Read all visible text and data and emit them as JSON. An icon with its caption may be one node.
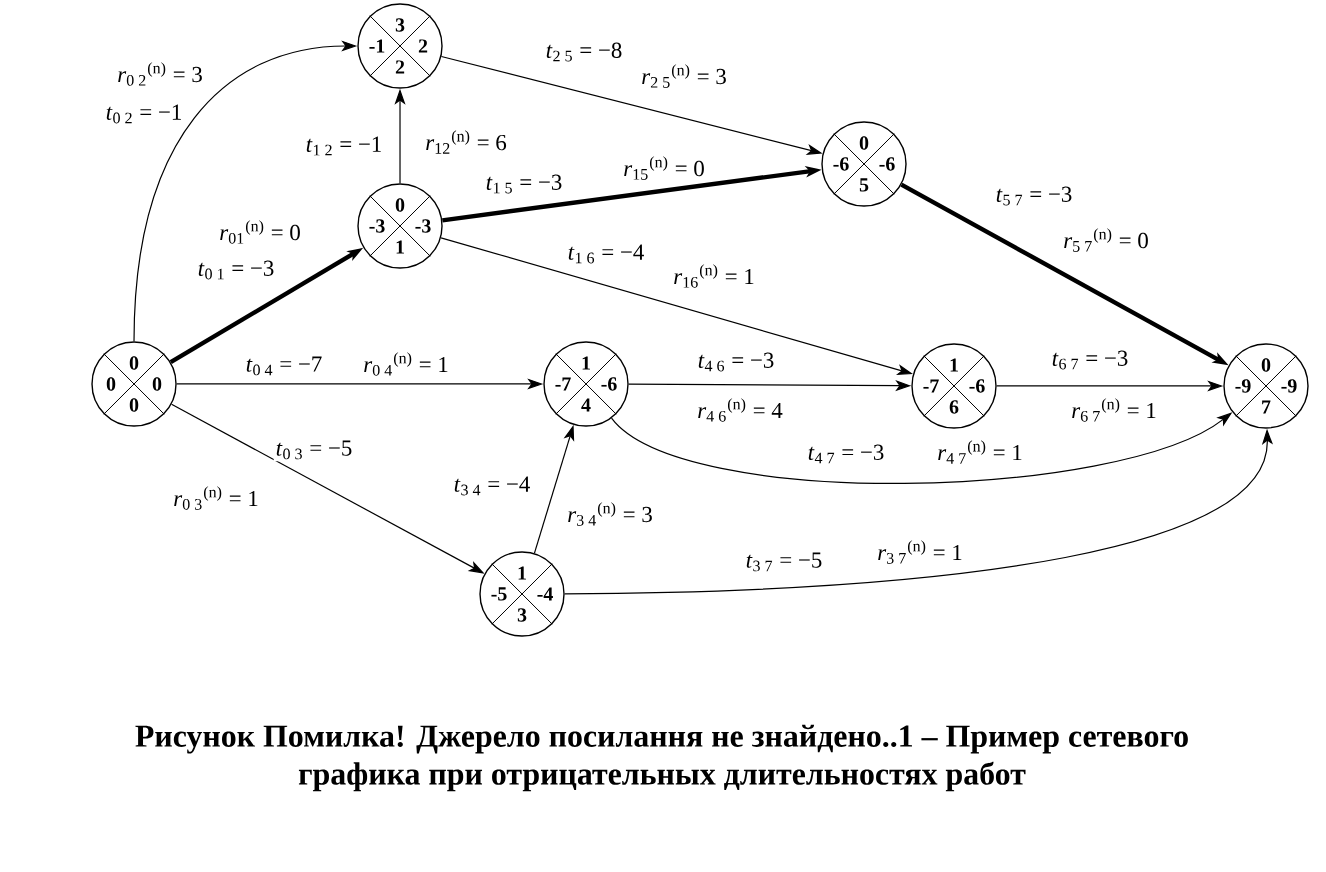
{
  "diagram": {
    "caption": "Рисунок Помилка! Джерело посилання не знайдено..1 – Пример сетевого графика при отрицательных длительностях работ",
    "nodes": [
      {
        "text": [
          "0",
          "0",
          "0",
          "0"
        ]
      },
      {
        "text": [
          "0",
          "-3",
          "-3",
          "1"
        ]
      },
      {
        "text": [
          "3",
          "-1",
          "2",
          "2"
        ]
      },
      {
        "text": [
          "1",
          "-5",
          "-4",
          "3"
        ]
      },
      {
        "text": [
          "1",
          "-7",
          "-6",
          "4"
        ]
      },
      {
        "text": [
          "0",
          "-6",
          "-6",
          "5"
        ]
      },
      {
        "text": [
          "1",
          "-7",
          "-6",
          "6"
        ]
      },
      {
        "text": [
          "0",
          "-9",
          "-9",
          "7"
        ]
      }
    ],
    "edges": [
      {
        "from": 0,
        "to": 2,
        "arrow": "to",
        "label": "*t*$_{0 2}$ = −1"
      },
      {
        "from": 0,
        "to": 1,
        "arrow": "to",
        "style": "thick",
        "label": "*t*$_{0 1}$ = −3"
      },
      {
        "from": 0,
        "to": 4,
        "arrow": "to",
        "label": "*t*$_{0 4}$ = −7"
      },
      {
        "from": 0,
        "to": 3,
        "arrow": "to",
        "label": "*t*$_{0 3}$ = −5"
      },
      {
        "from": 1,
        "to": 2,
        "arrow": "to",
        "label": "*t*$_{1 2}$ = −1"
      },
      {
        "from": 1,
        "to": 5,
        "arrow": "to",
        "style": "thick",
        "label": "*t*$_{1 5}$ = −3"
      },
      {
        "from": 1,
        "to": 6,
        "arrow": "to",
        "label": "*t*$_{1 6}$ = −4"
      },
      {
        "from": 2,
        "to": 5,
        "arrow": "to",
        "label": "*t*$_{2 5}$ = −8"
      },
      {
        "from": 3,
        "to": 4,
        "arrow": "to",
        "label": "*t*$_{3 4}$ = −4"
      },
      {
        "from": 3,
        "to": 7,
        "arrow": "to",
        "label": "*t*$_{3 7}$ = −5"
      },
      {
        "from": 4,
        "to": 6,
        "arrow": "to",
        "label": "*t*$_{4 6}$ = −3"
      },
      {
        "from": 4,
        "to": 7,
        "arrow": "to",
        "label": "*t*$_{4 7}$ = −3"
      },
      {
        "from": 5,
        "to": 7,
        "arrow": "to",
        "style": "thick",
        "label": "*t*$_{5 7}$ = −3"
      },
      {
        "from": 6,
        "to": 7,
        "arrow": "to",
        "label": "*t*$_{6 7}$ = −3"
      }
    ],
    "labels": [
      "*r*$_{0 2}$$^{(n)}$ = 3",
      "*r*$_{2 5}$$^{(n)}$ = 3",
      "*r*$_{12}$$^{(n)}$ = 6",
      "*r*$_{15}$$^{(n)}$ = 0",
      "*r*$_{01}$$^{(n)}$ = 0",
      "*r*$_{5 7}$$^{(n)}$ = 0",
      "*r*$_{16}$$^{(n)}$ = 1",
      "*r*$_{0 4}$$^{(n)}$ = 1",
      "*r*$_{4 6}$$^{(n)}$ = 4",
      "*r*$_{6 7}$$^{(n)}$ = 1",
      "*r*$_{4 7}$$^{(n)}$ = 1",
      "*r*$_{0 3}$$^{(n)}$ = 1",
      "*r*$_{3 4}$$^{(n)}$ = 3",
      "*r*$_{3 7}$$^{(n)}$ = 1"
    ]
  }
}
